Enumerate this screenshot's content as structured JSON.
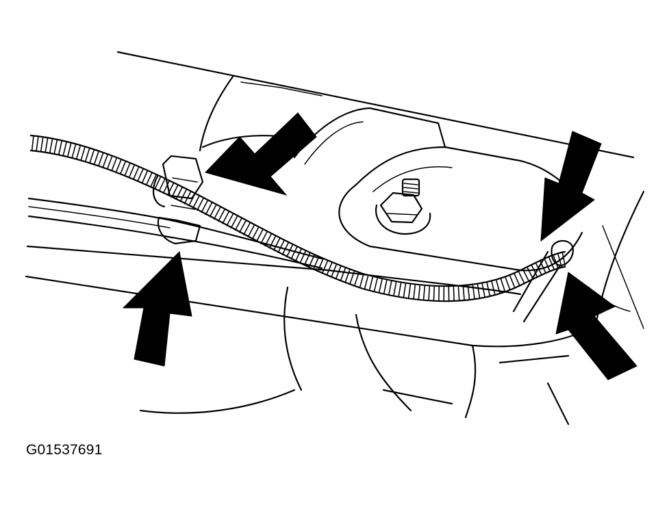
{
  "figure": {
    "id_label": "G01537691"
  },
  "colors": {
    "line": "#000000",
    "background": "#ffffff"
  },
  "callout_arrows": [
    {
      "name": "upper-left-clip-arrow"
    },
    {
      "name": "lower-left-clip-arrow"
    },
    {
      "name": "upper-right-clip-arrow"
    },
    {
      "name": "lower-right-clip-arrow"
    }
  ]
}
